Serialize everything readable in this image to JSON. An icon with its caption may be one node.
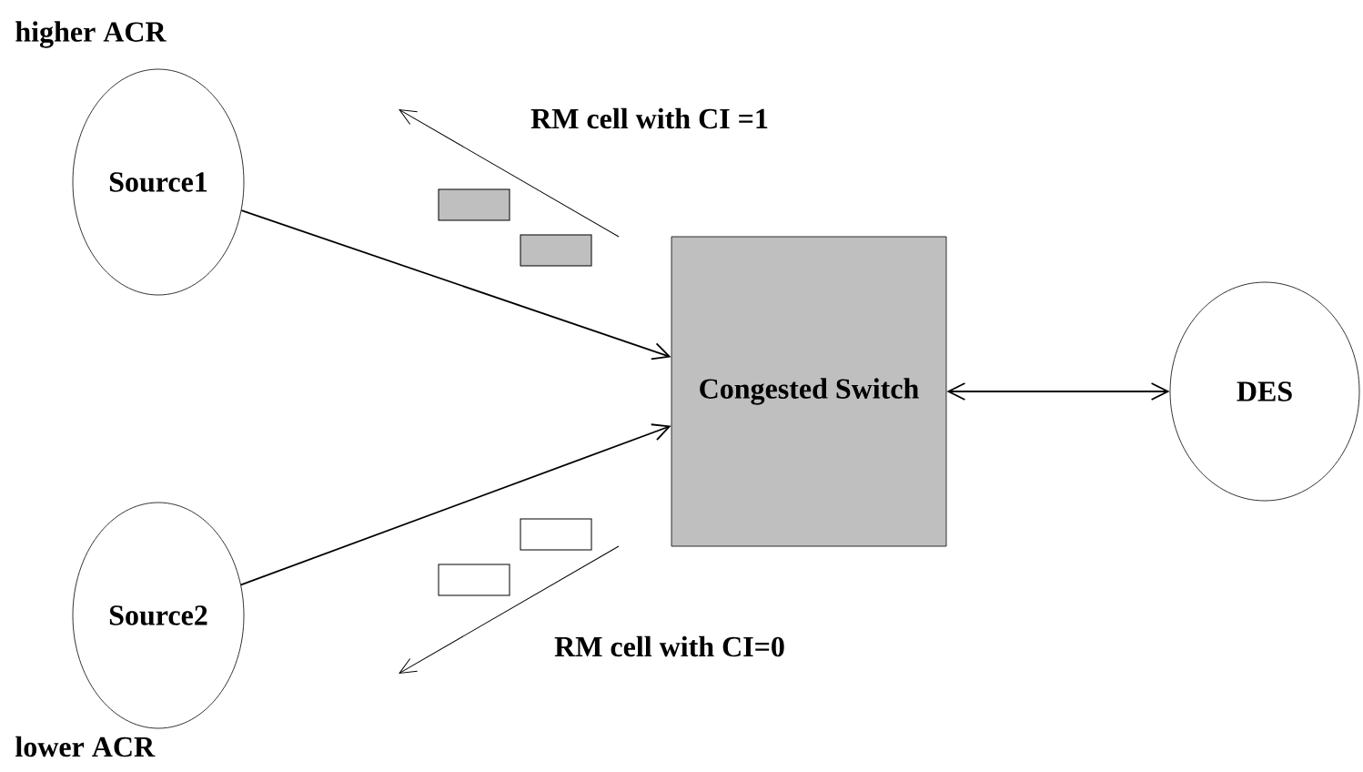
{
  "diagram": {
    "nodes": [
      {
        "text": [
          "Source1"
        ],
        "beside": [
          "higher ACR"
        ]
      },
      {
        "text": [
          "Source2"
        ],
        "beside": [
          "lower ACR"
        ]
      },
      {
        "text": [
          "Congested Switch"
        ]
      },
      {
        "text": [
          "DES"
        ]
      }
    ],
    "edges": [
      {
        "from": 0,
        "to": 2,
        "arrow": "to"
      },
      {
        "from": 1,
        "to": 2,
        "arrow": "to"
      },
      {
        "from": 2,
        "to": 3,
        "arrow": "both"
      }
    ],
    "labels": [
      "RM cell with CI =1",
      "RM cell with CI=0"
    ]
  }
}
